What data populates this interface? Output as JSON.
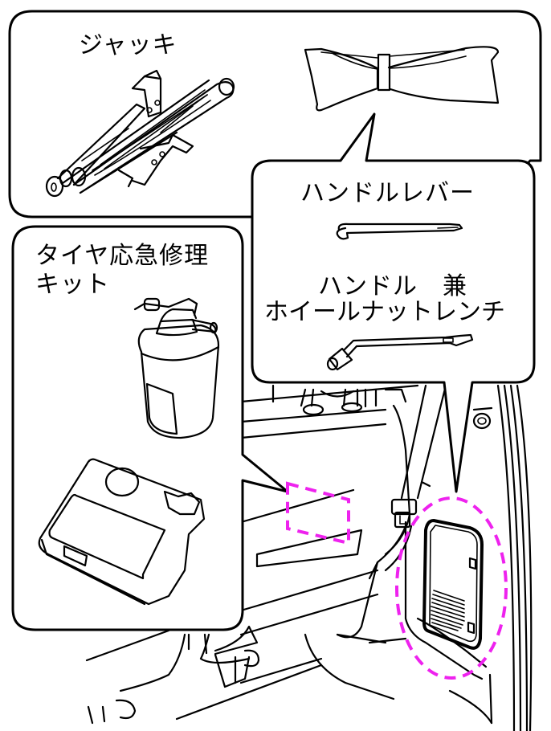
{
  "labels": {
    "jack": "ジャッキ",
    "handle_lever": "ハンドルレバー",
    "handle_wrench_line1": "ハンドル　兼",
    "handle_wrench_line2": "ホイールナットレンチ",
    "repair_kit_line1": "タイヤ応急修理",
    "repair_kit_line2": "キット"
  },
  "colors": {
    "outline": "#000000",
    "highlight": "#ee22ee",
    "background": "#ffffff"
  }
}
